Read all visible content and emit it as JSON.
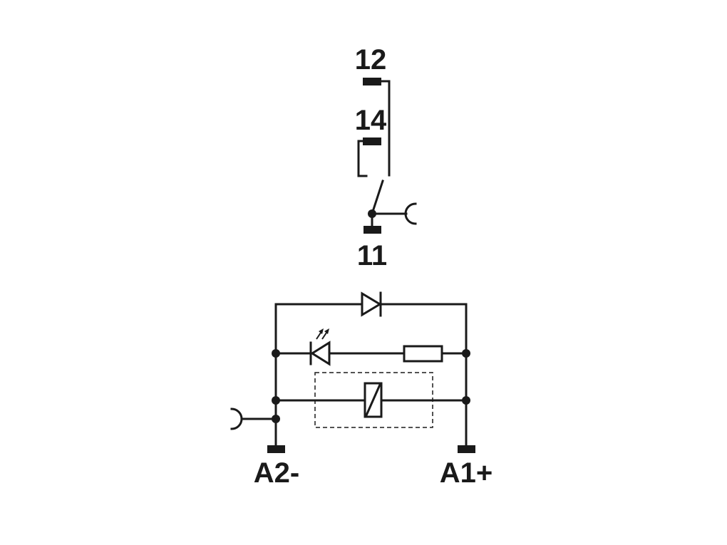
{
  "terminals": {
    "t12": "12",
    "t14": "14",
    "t11": "11",
    "a2": "A2-",
    "a1": "A1+"
  },
  "icons": {
    "relay_contact": "changeover-contact-icon",
    "diode": "freewheeling-diode-icon",
    "led": "led-indicator-icon",
    "resistor": "resistor-icon",
    "coil": "relay-coil-icon",
    "bridge_sockets": "bridge-socket-icon"
  }
}
